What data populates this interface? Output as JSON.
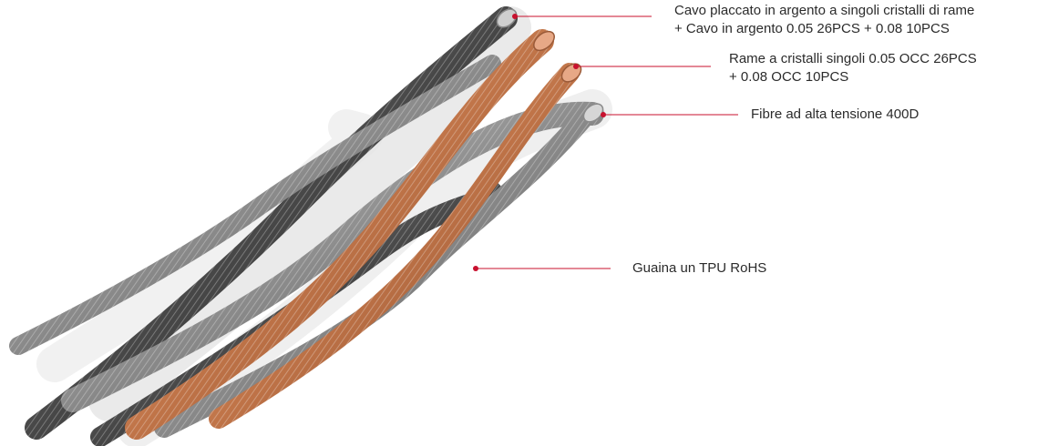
{
  "callouts": [
    {
      "id": "silver-plated",
      "lines": [
        "Cavo placcato in argento a singoli cristalli di rame",
        "+ Cavo in argento 0.05 26PCS + 0.08 10PCS"
      ]
    },
    {
      "id": "occ-copper",
      "lines": [
        "Rame a cristalli singoli 0.05 OCC 26PCS",
        "+ 0.08 OCC 10PCS"
      ]
    },
    {
      "id": "fiber",
      "lines": [
        "Fibre ad alta tensione 400D"
      ]
    },
    {
      "id": "sheath",
      "lines": [
        "Guaina un TPU RoHS"
      ]
    }
  ],
  "colors": {
    "leader_line": "#c8102e",
    "text": "#2b2b2b",
    "silver_wire": "#8f8f8f",
    "dark_wire": "#4a4a4a",
    "copper_wire": "#c47c52",
    "sheath": "#d8d8d8"
  }
}
